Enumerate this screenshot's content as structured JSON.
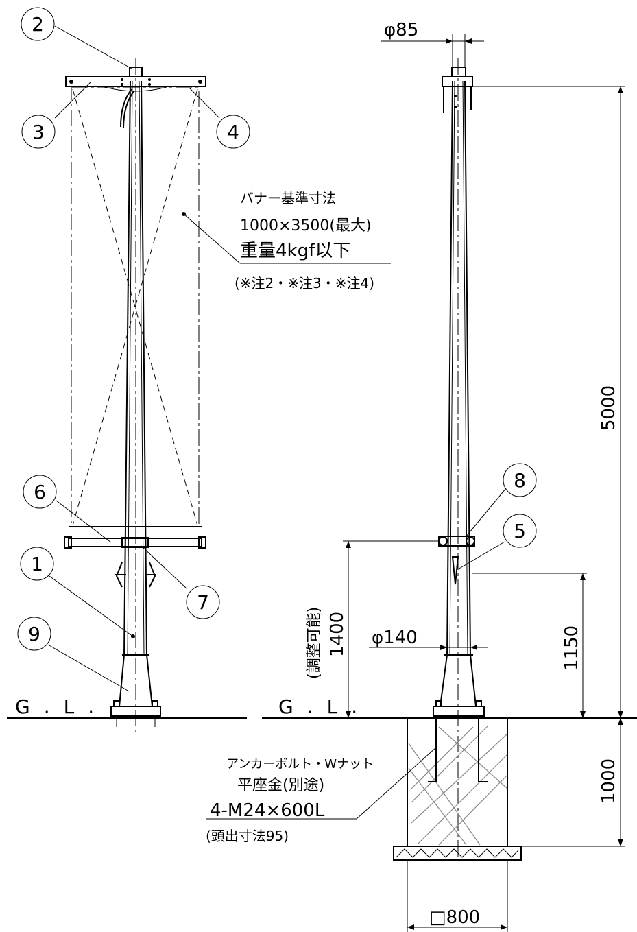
{
  "callouts": [
    {
      "id": "c1",
      "number": "1"
    },
    {
      "id": "c2",
      "number": "2"
    },
    {
      "id": "c3",
      "number": "3"
    },
    {
      "id": "c4",
      "number": "4"
    },
    {
      "id": "c5",
      "number": "5"
    },
    {
      "id": "c6",
      "number": "6"
    },
    {
      "id": "c7",
      "number": "7"
    },
    {
      "id": "c8",
      "number": "8"
    },
    {
      "id": "c9",
      "number": "9"
    }
  ],
  "ground_label": "G.L.",
  "banner_note": {
    "line1": "バナー基準寸法",
    "line2": "1000×3500(最大)",
    "line3": "重量4kgf以下",
    "line4": "(※注2・※注3・※注4)"
  },
  "anchor_note": {
    "line1": "アンカーボルト・Wナット",
    "line2": "平座金(別途)",
    "line3": "4-M24×600L",
    "line4": "(頭出寸法95)"
  },
  "dimensions": {
    "top_diameter": "φ85",
    "bottom_diameter": "φ140",
    "total_height": "5000",
    "arm_height": "1400",
    "arm_height_note": "(調整可能)",
    "bracket_height": "1150",
    "foundation_depth": "1000",
    "foundation_width": "□800"
  }
}
